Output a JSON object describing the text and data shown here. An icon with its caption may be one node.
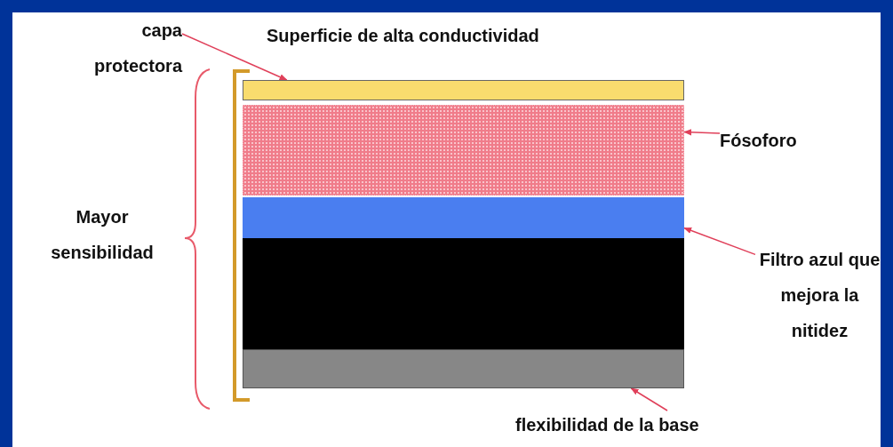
{
  "diagram": {
    "nodes": [
      {
        "text": [
          "capa protectora"
        ]
      },
      {
        "text": [],
        "shape": "bar"
      },
      {
        "text": [],
        "shape": "bar"
      },
      {
        "text": [
          "Fósoforo"
        ]
      },
      {
        "text": [],
        "shape": "bar"
      },
      {
        "text": [
          "Filtro azul que mejora la nitidez"
        ]
      },
      {
        "text": [],
        "shape": "bar"
      },
      {
        "text": [],
        "shape": "bar"
      },
      {
        "text": [
          "flexibilidad de la base"
        ]
      }
    ],
    "edges": [
      {
        "from": 0,
        "to": 1,
        "arrow": "to"
      },
      {
        "from": 3,
        "to": 2,
        "arrow": "to"
      },
      {
        "from": 5,
        "to": 4,
        "arrow": "to"
      },
      {
        "from": 8,
        "to": 7,
        "arrow": "to"
      }
    ],
    "labels": [
      "Superficie de alta conductividad",
      "Mayor sensibilidad"
    ]
  }
}
